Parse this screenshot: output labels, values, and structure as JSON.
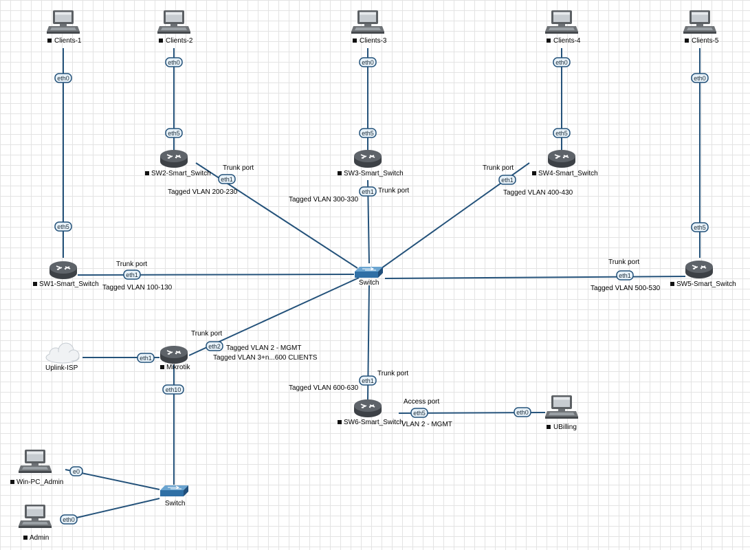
{
  "nodes": {
    "clients1": {
      "label": "Clients-1",
      "type": "pc-icon"
    },
    "clients2": {
      "label": "Clients-2",
      "type": "pc-icon"
    },
    "clients3": {
      "label": "Clients-3",
      "type": "pc-icon"
    },
    "clients4": {
      "label": "Clients-4",
      "type": "pc-icon"
    },
    "clients5": {
      "label": "Clients-5",
      "type": "pc-icon"
    },
    "sw1": {
      "label": "SW1-Smart_Switch",
      "type": "router-icon"
    },
    "sw2": {
      "label": "SW2-Smart_Switch",
      "type": "router-icon"
    },
    "sw3": {
      "label": "SW3-Smart_Switch",
      "type": "router-icon"
    },
    "sw4": {
      "label": "SW4-Smart_Switch",
      "type": "router-icon"
    },
    "sw5": {
      "label": "SW5-Smart_Switch",
      "type": "router-icon"
    },
    "sw6": {
      "label": "SW6-Smart_Switch",
      "type": "router-icon"
    },
    "core": {
      "label": "Switch",
      "type": "switch-icon"
    },
    "mikrotik": {
      "label": "Mikrotik",
      "type": "router-icon"
    },
    "isp": {
      "label": "Uplink-ISP",
      "type": "cloud-icon"
    },
    "access_switch": {
      "label": "Switch",
      "type": "switch-icon"
    },
    "winpc": {
      "label": "Win-PC_Admin",
      "type": "pc-icon"
    },
    "admin": {
      "label": "Admin",
      "type": "pc-icon"
    },
    "ubilling": {
      "label": "UBilling",
      "type": "pc-icon"
    }
  },
  "ports": {
    "c1_eth0": "eth0",
    "sw1_eth5": "eth5",
    "sw1_eth1": "eth1",
    "c2_eth0": "eth0",
    "sw2_eth5": "eth5",
    "sw2_eth1": "eth1",
    "c3_eth0": "eth0",
    "sw3_eth5": "eth5",
    "sw3_eth1": "eth1",
    "c4_eth0": "eth0",
    "sw4_eth5": "eth5",
    "sw4_eth1": "eth1",
    "c5_eth0": "eth0",
    "sw5_eth5": "eth5",
    "sw5_eth1": "eth1",
    "mk_eth1": "eth1",
    "mk_eth2": "eth2",
    "mk_eth10": "eth10",
    "sw6_eth1": "eth1",
    "sw6_eth5": "eth5",
    "ub_eth0": "eth0",
    "win_e0": "e0",
    "admin_eth0": "eth0"
  },
  "notes": {
    "sw1_trunk": "Trunk port",
    "sw1_vlan": "Tagged VLAN 100-130",
    "sw2_trunk": "Trunk port",
    "sw2_vlan": "Tagged VLAN 200-230",
    "sw3_trunk": "Trunk port",
    "sw3_vlan": "Tagged VLAN 300-330",
    "sw4_trunk": "Trunk port",
    "sw4_vlan": "Tagged VLAN 400-430",
    "sw5_trunk": "Trunk port",
    "sw5_vlan": "Tagged VLAN 500-530",
    "mk_trunk": "Trunk port",
    "mk_vlan_mgmt": "Tagged VLAN 2 - MGMT",
    "mk_vlan_clients": "Tagged VLAN 3+n...600 CLIENTS",
    "sw6_trunk": "Trunk port",
    "sw6_vlan": "Tagged VLAN 600-630",
    "sw6_access": "Access port",
    "sw6_access_vlan": "VLAN 2 - MGMT"
  },
  "colors": {
    "link": "#24527a",
    "port_fill": "#e7f1f8",
    "switch_blue": "#2f6fa5",
    "router_grey": "#4a4f55"
  }
}
